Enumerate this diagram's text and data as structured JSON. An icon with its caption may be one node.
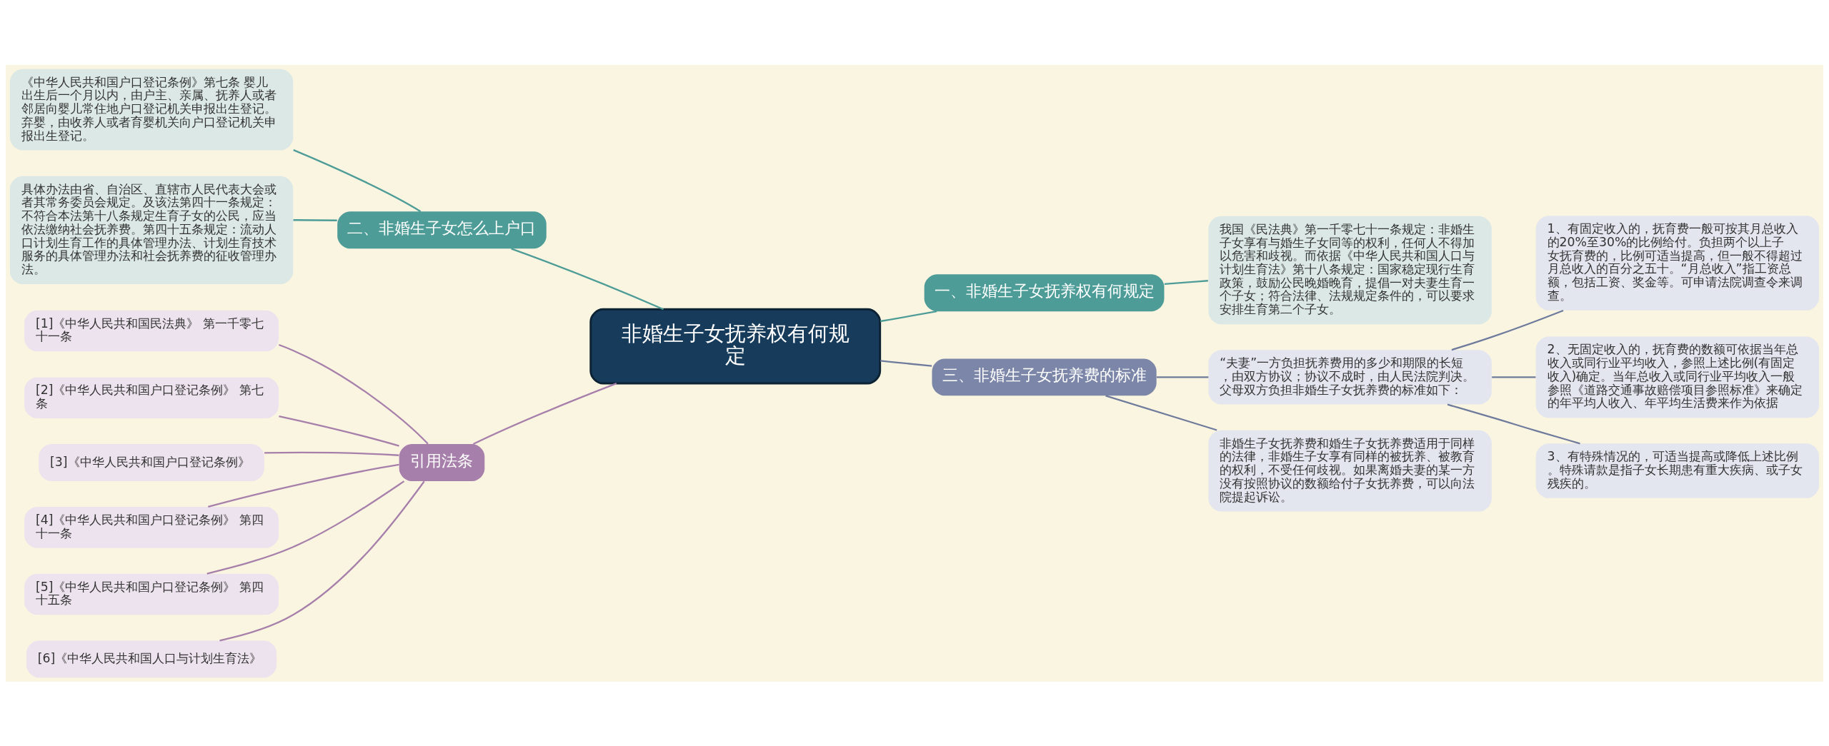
{
  "diagram": {
    "nodes": [
      {
        "text": [
          "非婚生子女抚养权有何规定"
        ]
      },
      {
        "text": [
          "一、非婚生子女抚养权有何规定"
        ]
      },
      {
        "text": [
          "我国《民法典》第一千零七十一条规定：非婚生子女享有与婚生子女同等的权利，任何人不得加以危害和歧视。而依据《中华人民共和国人口与计划生育法》第十八条规定：国家稳定现行生育政策，鼓励公民晚婚晚育，提倡一对夫妻生育一个子女；符合法律、法规规定条件的，可以要求安排生育第二个子女。"
        ]
      },
      {
        "text": [
          "三、非婚生子女抚养费的标准"
        ]
      },
      {
        "text": [
          "“夫妻”一方负担抚养费用的多少和期限的长短，由双方协议；协议不成时，由人民法院判决。父母双方负担非婚生子女抚养费的标准如下："
        ]
      },
      {
        "text": [
          "1、有固定收入的，抚育费一般可按其月总收入的20%至30%的比例给付。负担两个以上子女抚育费的，比例可适当提高，但一般不得超过月总收入的百分之五十。“月总收入”指工资总额，包括工资、奖金等。可申请法院调查令来调查。"
        ]
      },
      {
        "text": [
          "2、无固定收入的，抚育费的数额可依据当年总收入或同行业平均收入，参照上述比例(有固定收入)确定。当年总收入或同行业平均收入一般参照《道路交通事故赔偿项目参照标准》来确定的年平均人收入、年平均生活费来作为依据"
        ]
      },
      {
        "text": [
          "3、有特殊情况的，可适当提高或降低上述比例。特殊请款是指子女长期患有重大疾病、或子女残疾的。"
        ]
      },
      {
        "text": [
          "非婚生子女抚养费和婚生子女抚养费适用于同样的法律，非婚生子女享有同样的被抚养、被教育的权利，不受任何歧视。如果离婚夫妻的某一方没有按照协议的数额给付子女抚养费，可以向法院提起诉讼。"
        ]
      },
      {
        "text": [
          "二、非婚生子女怎么上户口"
        ]
      },
      {
        "text": [
          "《中华人民共和国户口登记条例》第七条 婴儿出生后一个月以内，由户主、亲属、抚养人或者邻居向婴儿常住地户口登记机关申报出生登记。弃婴，由收养人或者育婴机关向户口登记机关申报出生登记。"
        ]
      },
      {
        "text": [
          "具体办法由省、自治区、直辖市人民代表大会或者其常务委员会规定。及该法第四十一条规定：不符合本法第十八条规定生育子女的公民，应当依法缴纳社会抚养费。第四十五条规定：流动人口计划生育工作的具体管理办法、计划生育技术服务的具体管理办法和社会抚养费的征收管理办法。"
        ]
      },
      {
        "text": [
          "引用法条"
        ]
      },
      {
        "text": [
          "[1]《中华人民共和国民法典》 第一千零七十一条"
        ]
      },
      {
        "text": [
          "[2]《中华人民共和国户口登记条例》 第七条"
        ]
      },
      {
        "text": [
          "[3]《中华人民共和国户口登记条例》"
        ]
      },
      {
        "text": [
          "[4]《中华人民共和国户口登记条例》 第四十一条"
        ]
      },
      {
        "text": [
          "[5]《中华人民共和国户口登记条例》 第四十五条"
        ]
      },
      {
        "text": [
          "[6]《中华人民共和国人口与计划生育法》"
        ]
      }
    ],
    "edges": [
      {
        "from": 0,
        "to": 1,
        "arrow": "none",
        "color": "#4d9c97"
      },
      {
        "from": 1,
        "to": 2,
        "arrow": "none",
        "color": "#4d9c97"
      },
      {
        "from": 0,
        "to": 3,
        "arrow": "none",
        "color": "#6f7b9c"
      },
      {
        "from": 3,
        "to": 4,
        "arrow": "none",
        "color": "#6f7b9c"
      },
      {
        "from": 4,
        "to": 5,
        "arrow": "none",
        "color": "#6f7b9c"
      },
      {
        "from": 4,
        "to": 6,
        "arrow": "none",
        "color": "#6f7b9c"
      },
      {
        "from": 4,
        "to": 7,
        "arrow": "none",
        "color": "#6f7b9c"
      },
      {
        "from": 3,
        "to": 8,
        "arrow": "none",
        "color": "#6f7b9c"
      },
      {
        "from": 0,
        "to": 9,
        "arrow": "none",
        "color": "#4d9c97"
      },
      {
        "from": 9,
        "to": 10,
        "arrow": "none",
        "color": "#4d9c97"
      },
      {
        "from": 9,
        "to": 11,
        "arrow": "none",
        "color": "#4d9c97"
      },
      {
        "from": 0,
        "to": 12,
        "arrow": "none"
      },
      {
        "from": 12,
        "to": 13,
        "arrow": "none"
      },
      {
        "from": 12,
        "to": 14,
        "arrow": "none"
      },
      {
        "from": 12,
        "to": 15,
        "arrow": "none"
      },
      {
        "from": 12,
        "to": 16,
        "arrow": "none"
      },
      {
        "from": 12,
        "to": 17,
        "arrow": "none"
      },
      {
        "from": 12,
        "to": 18,
        "arrow": "none"
      }
    ]
  }
}
